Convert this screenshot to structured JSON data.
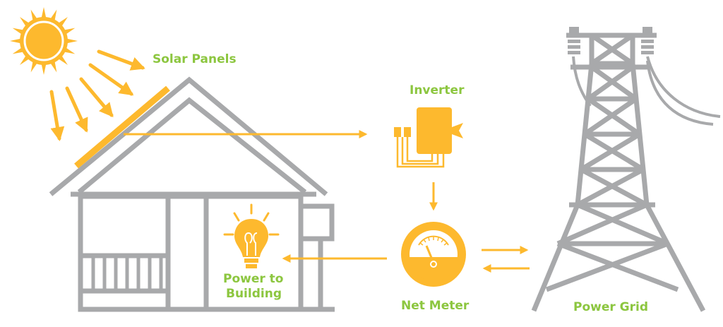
{
  "labels": {
    "solar_panels": "Solar Panels",
    "inverter": "Inverter",
    "power_to_building_line1": "Power to",
    "power_to_building_line2": "Building",
    "net_meter": "Net Meter",
    "power_grid": "Power Grid"
  },
  "colors": {
    "yellow": "#FDB92E",
    "green": "#8CC63F",
    "gray": "#A8A9AB",
    "white": "#FFFFFF"
  },
  "icons": [
    "sun-icon",
    "solar-panel",
    "house",
    "inverter-icon",
    "net-meter-icon",
    "light-bulb-icon",
    "power-tower-icon"
  ]
}
